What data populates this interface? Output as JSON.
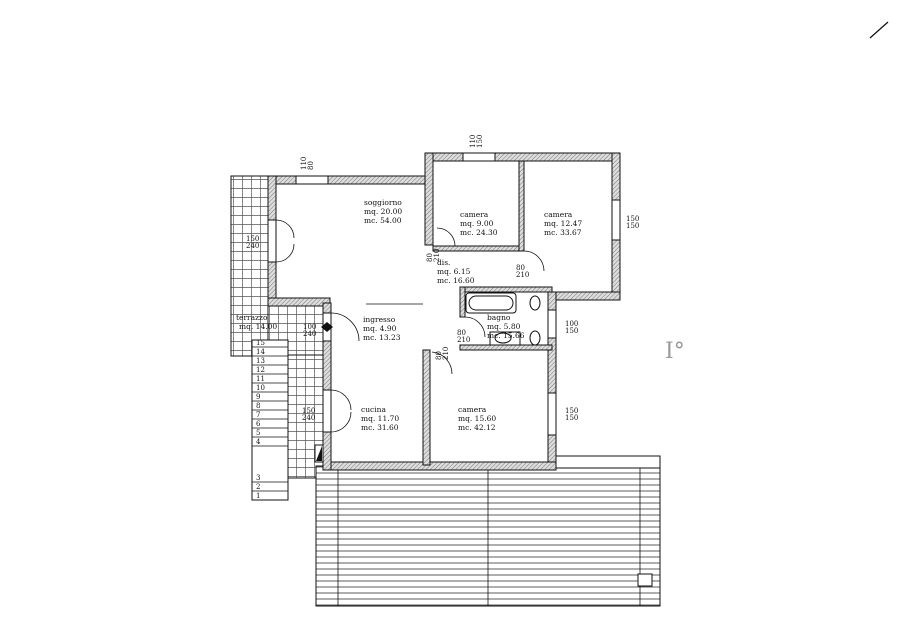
{
  "plan": {
    "rooms": [
      {
        "id": "soggiorno",
        "name": "soggiorno",
        "mq": "mq. 20.00",
        "mc": "mc. 54.00"
      },
      {
        "id": "camera-1",
        "name": "camera",
        "mq": "mq.   9.00",
        "mc": "mc. 24.30"
      },
      {
        "id": "camera-2",
        "name": "camera",
        "mq": "mq. 12.47",
        "mc": "mc. 33.67"
      },
      {
        "id": "disimpegno",
        "name": "dis.",
        "mq": "mq.   6.15",
        "mc": "mc. 16.60"
      },
      {
        "id": "ingresso",
        "name": "ingresso",
        "mq": "mq.   4.90",
        "mc": "mc. 13.23"
      },
      {
        "id": "bagno",
        "name": "bagno",
        "mq": "mq.   5.80",
        "mc": "mc. 15.66"
      },
      {
        "id": "cucina",
        "name": "cucina",
        "mq": "mq. 11.70",
        "mc": "mc. 31.60"
      },
      {
        "id": "camera-3",
        "name": "camera",
        "mq": "mq. 15.60",
        "mc": "mc. 42.12"
      },
      {
        "id": "terrazzo",
        "name": "terrazzo",
        "mq": "mq. 14.00",
        "mc": ""
      }
    ],
    "openings": [
      {
        "w": "110",
        "h": "80"
      },
      {
        "w": "110",
        "h": "150"
      },
      {
        "w": "150",
        "h": "150"
      },
      {
        "w": "150",
        "h": "240"
      },
      {
        "w": "80",
        "h": "210"
      },
      {
        "w": "80",
        "h": "210"
      },
      {
        "w": "100",
        "h": "240"
      },
      {
        "w": "80",
        "h": "210"
      },
      {
        "w": "100",
        "h": "150"
      },
      {
        "w": "80",
        "h": "210"
      },
      {
        "w": "150",
        "h": "150"
      },
      {
        "w": "150",
        "h": "240"
      }
    ],
    "stair_steps": [
      "15",
      "14",
      "13",
      "12",
      "11",
      "10",
      "9",
      "8",
      "7",
      "6",
      "5",
      "4",
      "3",
      "2",
      "1"
    ],
    "floor_mark": "I°"
  }
}
